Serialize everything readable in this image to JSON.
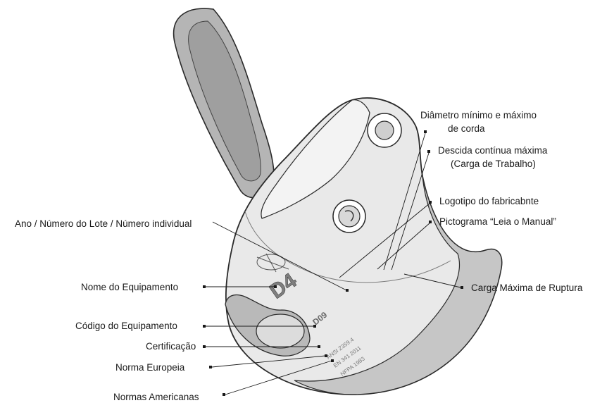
{
  "labels": {
    "diametro_l1": "Diâmetro mínimo e máximo",
    "diametro_l2": "de corda",
    "descida_l1": "Descida contínua máxima",
    "descida_l2": "(Carga de Trabalho)",
    "logotipo": "Logotipo do fabricabnte",
    "pictograma": "Pictograma “Leia o Manual”",
    "carga_ruptura": "Carga Máxima de Ruptura",
    "ano_lote": "Ano / Número do Lote / Número individual",
    "nome": "Nome do Equipamento",
    "codigo": "Código do Equipamento",
    "certificacao": "Certificação",
    "norma_europeia": "Norma Europeia",
    "normas_americanas": "Normas Americanas"
  },
  "device_marking": {
    "brand_mark": "D4",
    "code_text": "D09",
    "line1": "ANSI Z359.4",
    "line2": "EN 341 2011",
    "line3": "NFPA 1983"
  },
  "colors": {
    "metal_light": "#e9e9e9",
    "metal_mid": "#cfcfcf",
    "metal_dark": "#9c9c9c",
    "handle": "#b5b5b5",
    "outline": "#2a2a2a"
  }
}
